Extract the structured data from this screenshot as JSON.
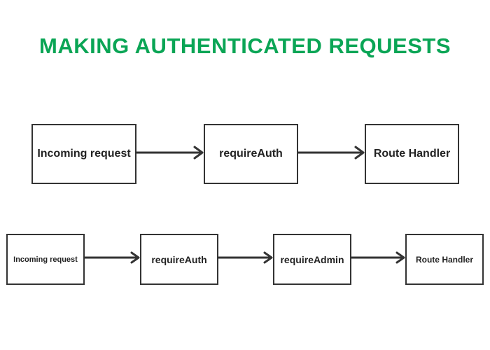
{
  "title": "MAKING AUTHENTICATED REQUESTS",
  "colors": {
    "title": "#0aa555",
    "box_border": "#333333",
    "arrow": "#333333",
    "text": "#222222"
  },
  "flow_user": {
    "steps": [
      "Incoming request",
      "requireAuth",
      "Route Handler"
    ]
  },
  "flow_admin": {
    "steps": [
      "Incoming request",
      "requireAuth",
      "requireAdmin",
      "Route Handler"
    ]
  }
}
